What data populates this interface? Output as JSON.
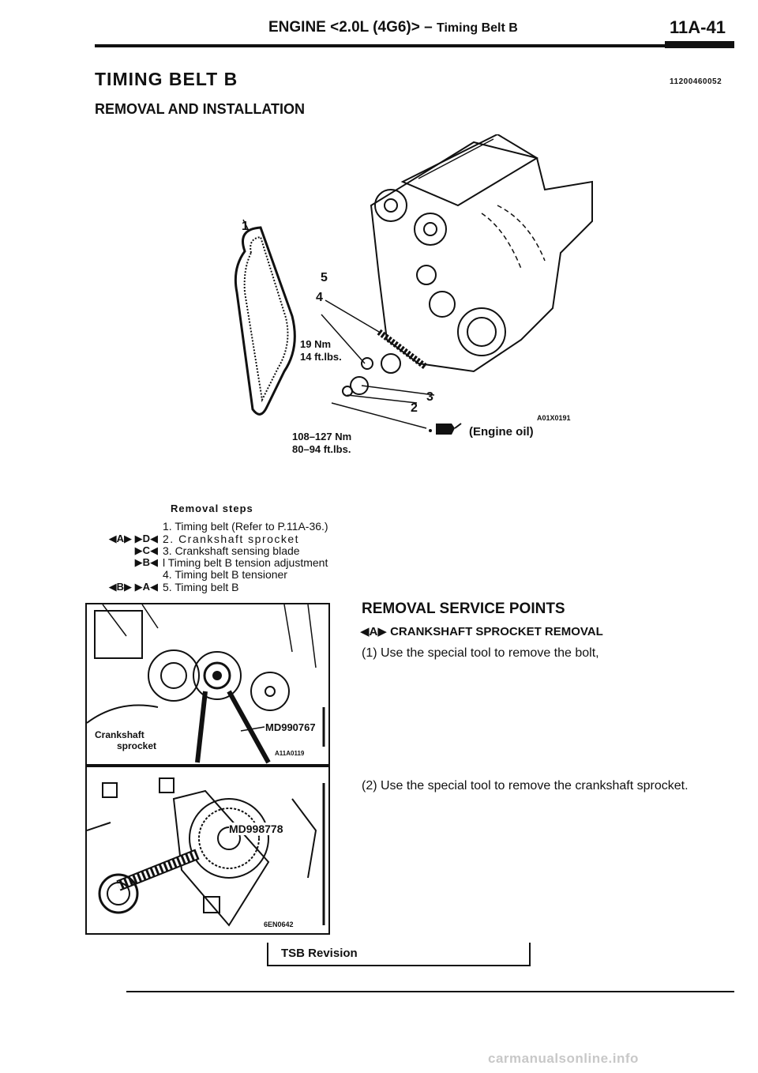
{
  "header": {
    "title_main": "ENGINE <2.0L (4G6)> –",
    "title_sub": "Timing Belt B",
    "page": "11A-41"
  },
  "doc": {
    "title": "TIMING BELT B",
    "code": "11200460052",
    "subtitle": "REMOVAL AND INSTALLATION"
  },
  "diagram": {
    "labels": {
      "n1": "1",
      "n2": "2",
      "n3": "3",
      "n4": "4",
      "n5": "5",
      "torque1_nm": "19 Nm",
      "torque1_ft": "14 ft.lbs.",
      "torque2_nm": "108–127 Nm",
      "torque2_ft": "80–94 ft.lbs.",
      "oil": "(Engine oil)",
      "code": "A01X0191"
    }
  },
  "removal": {
    "heading": "Removal steps",
    "steps": [
      {
        "marks": "",
        "text": "1. Timing belt (Refer to P.11A-36.)"
      },
      {
        "marks": "◀A▶ ▶D◀",
        "text": "2. Crankshaft sprocket"
      },
      {
        "marks": "▶C◀",
        "text": "3. Crankshaft sensing blade"
      },
      {
        "marks": "▶B◀",
        "text": "l  Timing belt B tension adjustment"
      },
      {
        "marks": "",
        "text": "4. Timing belt B tensioner"
      },
      {
        "marks": "◀B▶ ▶A◀",
        "text": "5. Timing belt B"
      }
    ]
  },
  "photo1": {
    "label1": "Crankshaft",
    "label2": "sprocket",
    "tool": "MD990767",
    "code": "A11A0119"
  },
  "photo2": {
    "tool": "MD998778",
    "code": "6EN0642"
  },
  "service": {
    "title": "REMOVAL SERVICE POINTS",
    "sub": "◀A▶ CRANKSHAFT SPROCKET REMOVAL",
    "p1": "(1) Use the special tool to remove the bolt,",
    "p2": "(2) Use the special tool to remove the crankshaft sprocket."
  },
  "footer": {
    "tsb": "TSB Revision",
    "watermark": "carmanualsonline.info"
  }
}
